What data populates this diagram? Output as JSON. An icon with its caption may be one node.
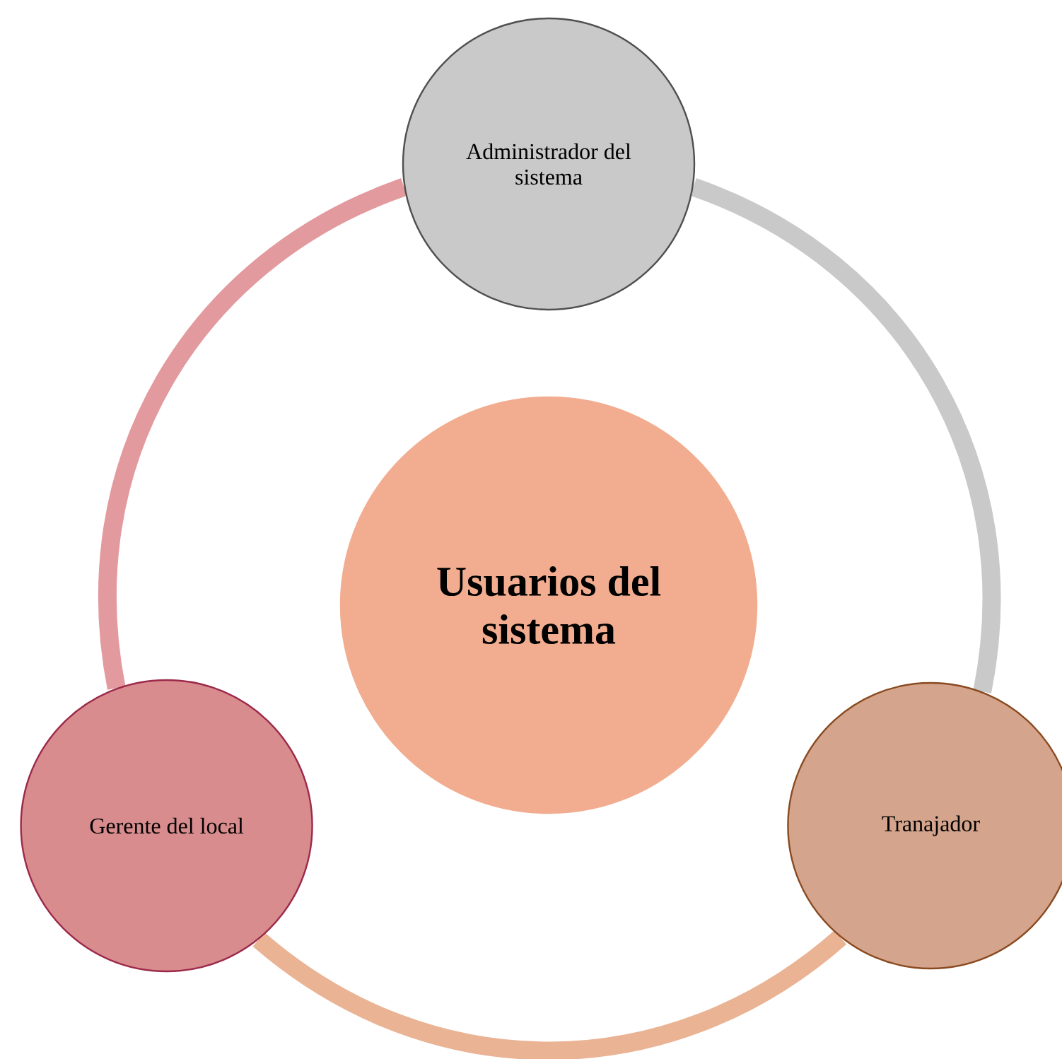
{
  "diagram": {
    "nodes": [
      {
        "text": [
          "Administrador del sistema"
        ]
      },
      {
        "text": [
          "Usuarios del sistema"
        ]
      },
      {
        "text": [
          "Gerente del local"
        ]
      },
      {
        "text": [
          "Tranajador"
        ]
      }
    ],
    "edges": [
      {
        "from": 0,
        "to": 3,
        "arrow": "none",
        "color": "#c9c9c9"
      },
      {
        "from": 3,
        "to": 2,
        "arrow": "none",
        "color": "#eab394"
      },
      {
        "from": 2,
        "to": 0,
        "arrow": "none",
        "color": "#e39a9e"
      }
    ]
  }
}
